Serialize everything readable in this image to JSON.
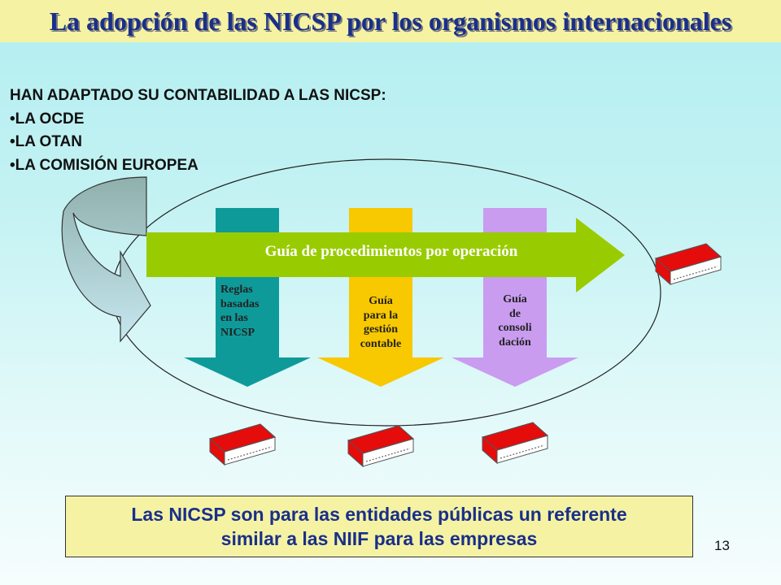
{
  "title": "La adopción de las NICSP por los organismos internacionales",
  "intro": {
    "heading": "HAN ADAPTADO SU CONTABILIDAD A LAS NICSP:",
    "items": [
      "LA OCDE",
      "LA OTAN",
      "LA COMISIÓN EUROPEA"
    ]
  },
  "diagram": {
    "horizontal_arrow": "Guía de procedimientos por operación",
    "arrows": [
      {
        "label_lines": [
          "Reglas",
          "basadas",
          "en las",
          "NICSP"
        ],
        "color": "#0f9a9a"
      },
      {
        "label_lines": [
          "Guía",
          "para la",
          "gestión",
          "contable"
        ],
        "color": "#f8c800"
      },
      {
        "label_lines": [
          "Guía",
          "de",
          "consoli",
          "dación"
        ],
        "color": "#c99cf0"
      }
    ],
    "green_arrow_color": "#99cc00",
    "book_color": "#e50c0c"
  },
  "footer_box": {
    "line1": "Las NICSP son para las entidades públicas un referente",
    "line2": "similar a las NIIF para las empresas"
  },
  "page_number": "13"
}
